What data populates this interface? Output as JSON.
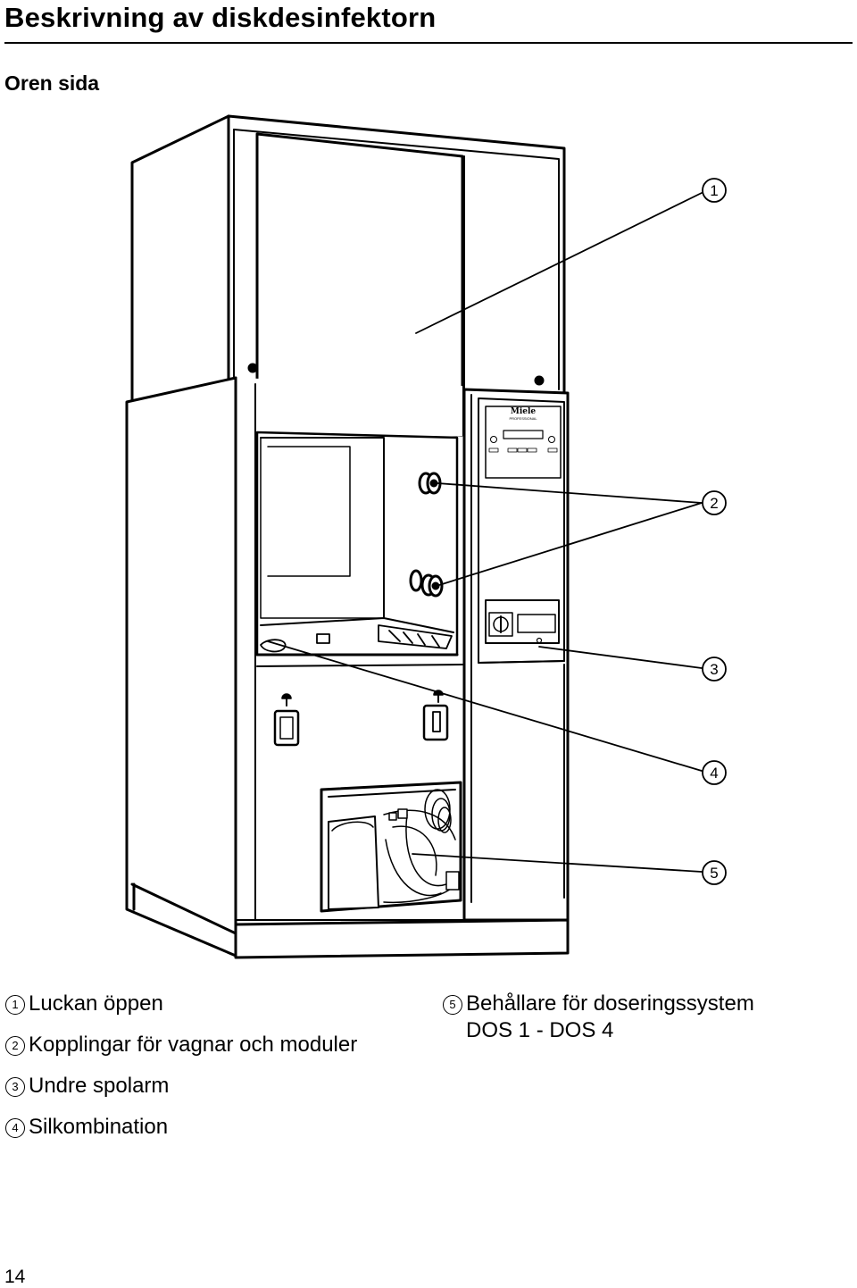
{
  "header": {
    "title": "Beskrivning av diskdesinfektorn",
    "subtitle": "Oren sida"
  },
  "figure": {
    "brand_label": "Miele",
    "brand_sub": "PROFESSIONAL",
    "callouts": [
      "1",
      "2",
      "3",
      "4",
      "5"
    ]
  },
  "legend": [
    {
      "marker": "1",
      "text": "Luckan öppen"
    },
    {
      "marker": "2",
      "text": "Kopplingar för vagnar och moduler"
    },
    {
      "marker": "3",
      "text": "Undre spolarm"
    },
    {
      "marker": "4",
      "text": "Silkombination"
    },
    {
      "marker": "5",
      "text": "Behållare för doseringssystem",
      "text2": "DOS 1 - DOS 4"
    }
  ],
  "footer": {
    "page_number": "14"
  }
}
